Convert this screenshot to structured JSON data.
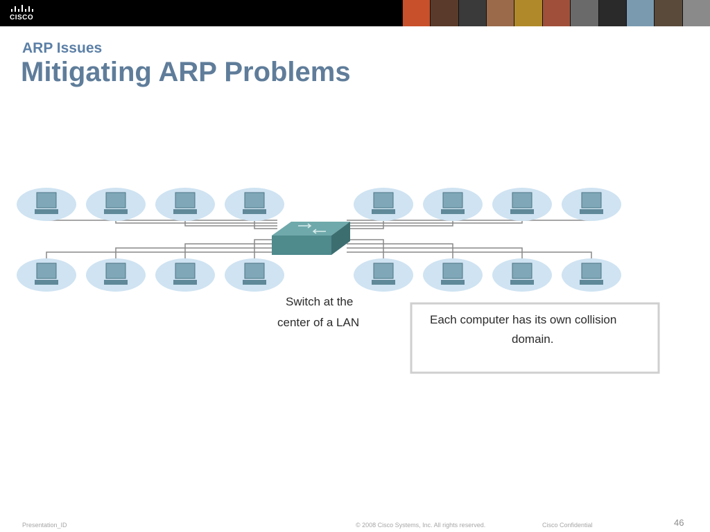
{
  "header": {
    "logo_text": "CISCO",
    "photo_colors": [
      "#c8502a",
      "#5a3a2a",
      "#3a3a3a",
      "#9a6a4a",
      "#b08a2a",
      "#a0503a",
      "#6a6a6a",
      "#2a2a2a",
      "#7a9ab0",
      "#5a4a3a",
      "#8a8a8a"
    ]
  },
  "slide": {
    "subtitle": "ARP Issues",
    "title": "Mitigating ARP Problems"
  },
  "diagram": {
    "switch_label_line1": "Switch at the",
    "switch_label_line2": "center of a LAN",
    "callout_line1": "Each computer has its own collision",
    "callout_line2": "domain.",
    "colors": {
      "halo": "#cfe3f2",
      "monitor": "#7fa7b8",
      "switch": "#4f8a8d",
      "cable": "#888888"
    }
  },
  "footer": {
    "presentation_id": "Presentation_ID",
    "copyright": "© 2008 Cisco Systems, Inc. All rights reserved.",
    "confidential": "Cisco Confidential",
    "page_number": "46"
  }
}
